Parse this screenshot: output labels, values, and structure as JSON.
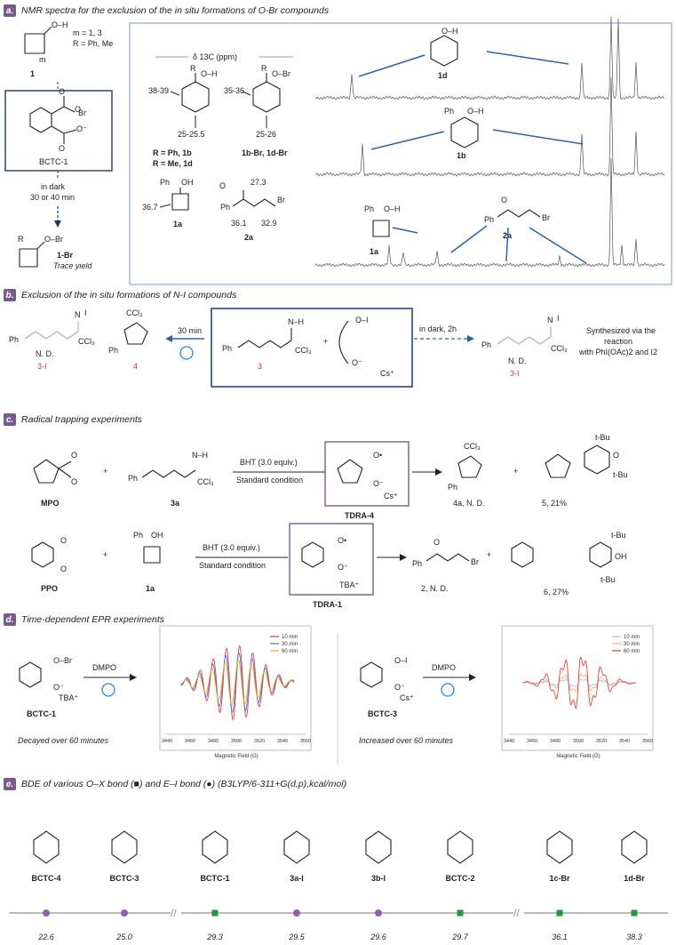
{
  "panels": {
    "a": {
      "letter": "a.",
      "title": "NMR spectra for the exclusion of the in situ formations of O-Br compounds",
      "substrate": {
        "label": "1",
        "conditions": "m = 1, 3",
        "groups": "R = Ph, Me",
        "oh": "O–H"
      },
      "reagent": {
        "label": "BCTC-1",
        "br": "Br"
      },
      "reaction": {
        "line1": "in dark",
        "line2": "30 or 40 min"
      },
      "product": {
        "label": "1-Br",
        "yield": "Trace yield",
        "obr": "O–Br"
      },
      "shift_axis": "δ 13C (ppm)",
      "shifts": {
        "left_top": "38-39",
        "left_bottom": "25-25.5",
        "right_top": "35-36",
        "right_bottom": "25-26",
        "cb_a": "36.7",
        "k1": "27.3",
        "k2": "36.1",
        "k3": "32.9"
      },
      "labels": {
        "l1": "R = Ph, 1b",
        "l2": "R = Me, 1d",
        "l3": "1b-Br, 1d-Br",
        "l4": "1a",
        "l5": "2a",
        "s1d": "1d",
        "s1b": "1b",
        "s1a": "1a",
        "s2a": "2a"
      }
    },
    "b": {
      "letter": "b.",
      "title": "Exclusion of the in situ formations of N-I compounds",
      "left_product": {
        "label": "3-I",
        "note": "N. D."
      },
      "oxazoline": {
        "label": "4"
      },
      "time": "30 min",
      "substrate": {
        "label": "3"
      },
      "dark": "in dark, 2h",
      "right_product": {
        "label": "3-I",
        "note": "N. D."
      },
      "synth": [
        "Synthesized via the",
        "reaction",
        "with PhI(OAc)2 and I2"
      ]
    },
    "c": {
      "letter": "c.",
      "title": "Radical trapping experiments",
      "row1": {
        "reagent": "MPO",
        "substrate": "3a",
        "cond_top": "BHT (3.0 equiv.)",
        "cond_bot": "Standard condition",
        "radical": "TDRA-4",
        "p1": "4a, N. D.",
        "p2": "5, 21%"
      },
      "row2": {
        "reagent": "PPO",
        "substrate": "1a",
        "cond_top": "BHT (3.0 equiv.)",
        "cond_bot": "Standard condition",
        "radical": "TDRA-1",
        "p1": "2, N. D.",
        "p2": "6, 27%"
      }
    },
    "d": {
      "letter": "d.",
      "title": "Time-dependent EPR experiments",
      "left": {
        "compound": "BCTC-1",
        "reagent": "DMPO",
        "note": "Decayed over 60 minutes"
      },
      "right": {
        "compound": "BCTC-3",
        "reagent": "DMPO",
        "note": "Increased over 60 minutes"
      },
      "xlabel": "Magnetic Field (G)"
    },
    "e": {
      "letter": "e.",
      "title": "BDE of various O–X bond (■) and E–I bond (●) (B3LYP/6-311+G(d,p),kcal/mol)"
    }
  },
  "chart_data": [
    {
      "type": "line",
      "title": "",
      "xlabel": "Magnetic Field (G)",
      "ylabel": "",
      "xlim": [
        3440,
        3560
      ],
      "x_ticks": [
        3440,
        3460,
        3480,
        3500,
        3520,
        3540,
        3560
      ],
      "legend": "top-right",
      "series": [
        {
          "name": "10 min",
          "color": "#e8403f",
          "amplitude": 1.0
        },
        {
          "name": "30 min",
          "color": "#4a6fd4",
          "amplitude": 0.8
        },
        {
          "name": "60 min",
          "color": "#f0b020",
          "amplitude": 0.6
        }
      ]
    },
    {
      "type": "line",
      "title": "",
      "xlabel": "Magnetic Field (G)",
      "ylabel": "",
      "xlim": [
        3440,
        3560
      ],
      "x_ticks": [
        3440,
        3460,
        3480,
        3500,
        3520,
        3540,
        3560
      ],
      "legend": "top-right",
      "series": [
        {
          "name": "10 min",
          "color": "#8fc8ec",
          "amplitude": 0.15
        },
        {
          "name": "30 min",
          "color": "#f0b080",
          "amplitude": 0.35
        },
        {
          "name": "60 min",
          "color": "#e8403f",
          "amplitude": 1.0
        }
      ]
    },
    {
      "type": "scatter",
      "title": "",
      "categories": [
        "BCTC-4",
        "BCTC-3",
        "BCTC-1",
        "3a-I",
        "3b-I",
        "BCTC-2",
        "1c-Br",
        "1d-Br"
      ],
      "values": [
        22.6,
        25.0,
        29.3,
        29.5,
        29.6,
        29.7,
        36.1,
        38.3
      ],
      "markers": [
        "circle",
        "circle",
        "square",
        "circle",
        "circle",
        "square",
        "square",
        "square"
      ],
      "colors": {
        "circle": "#9b59b6",
        "square": "#1e9a3a"
      }
    }
  ]
}
